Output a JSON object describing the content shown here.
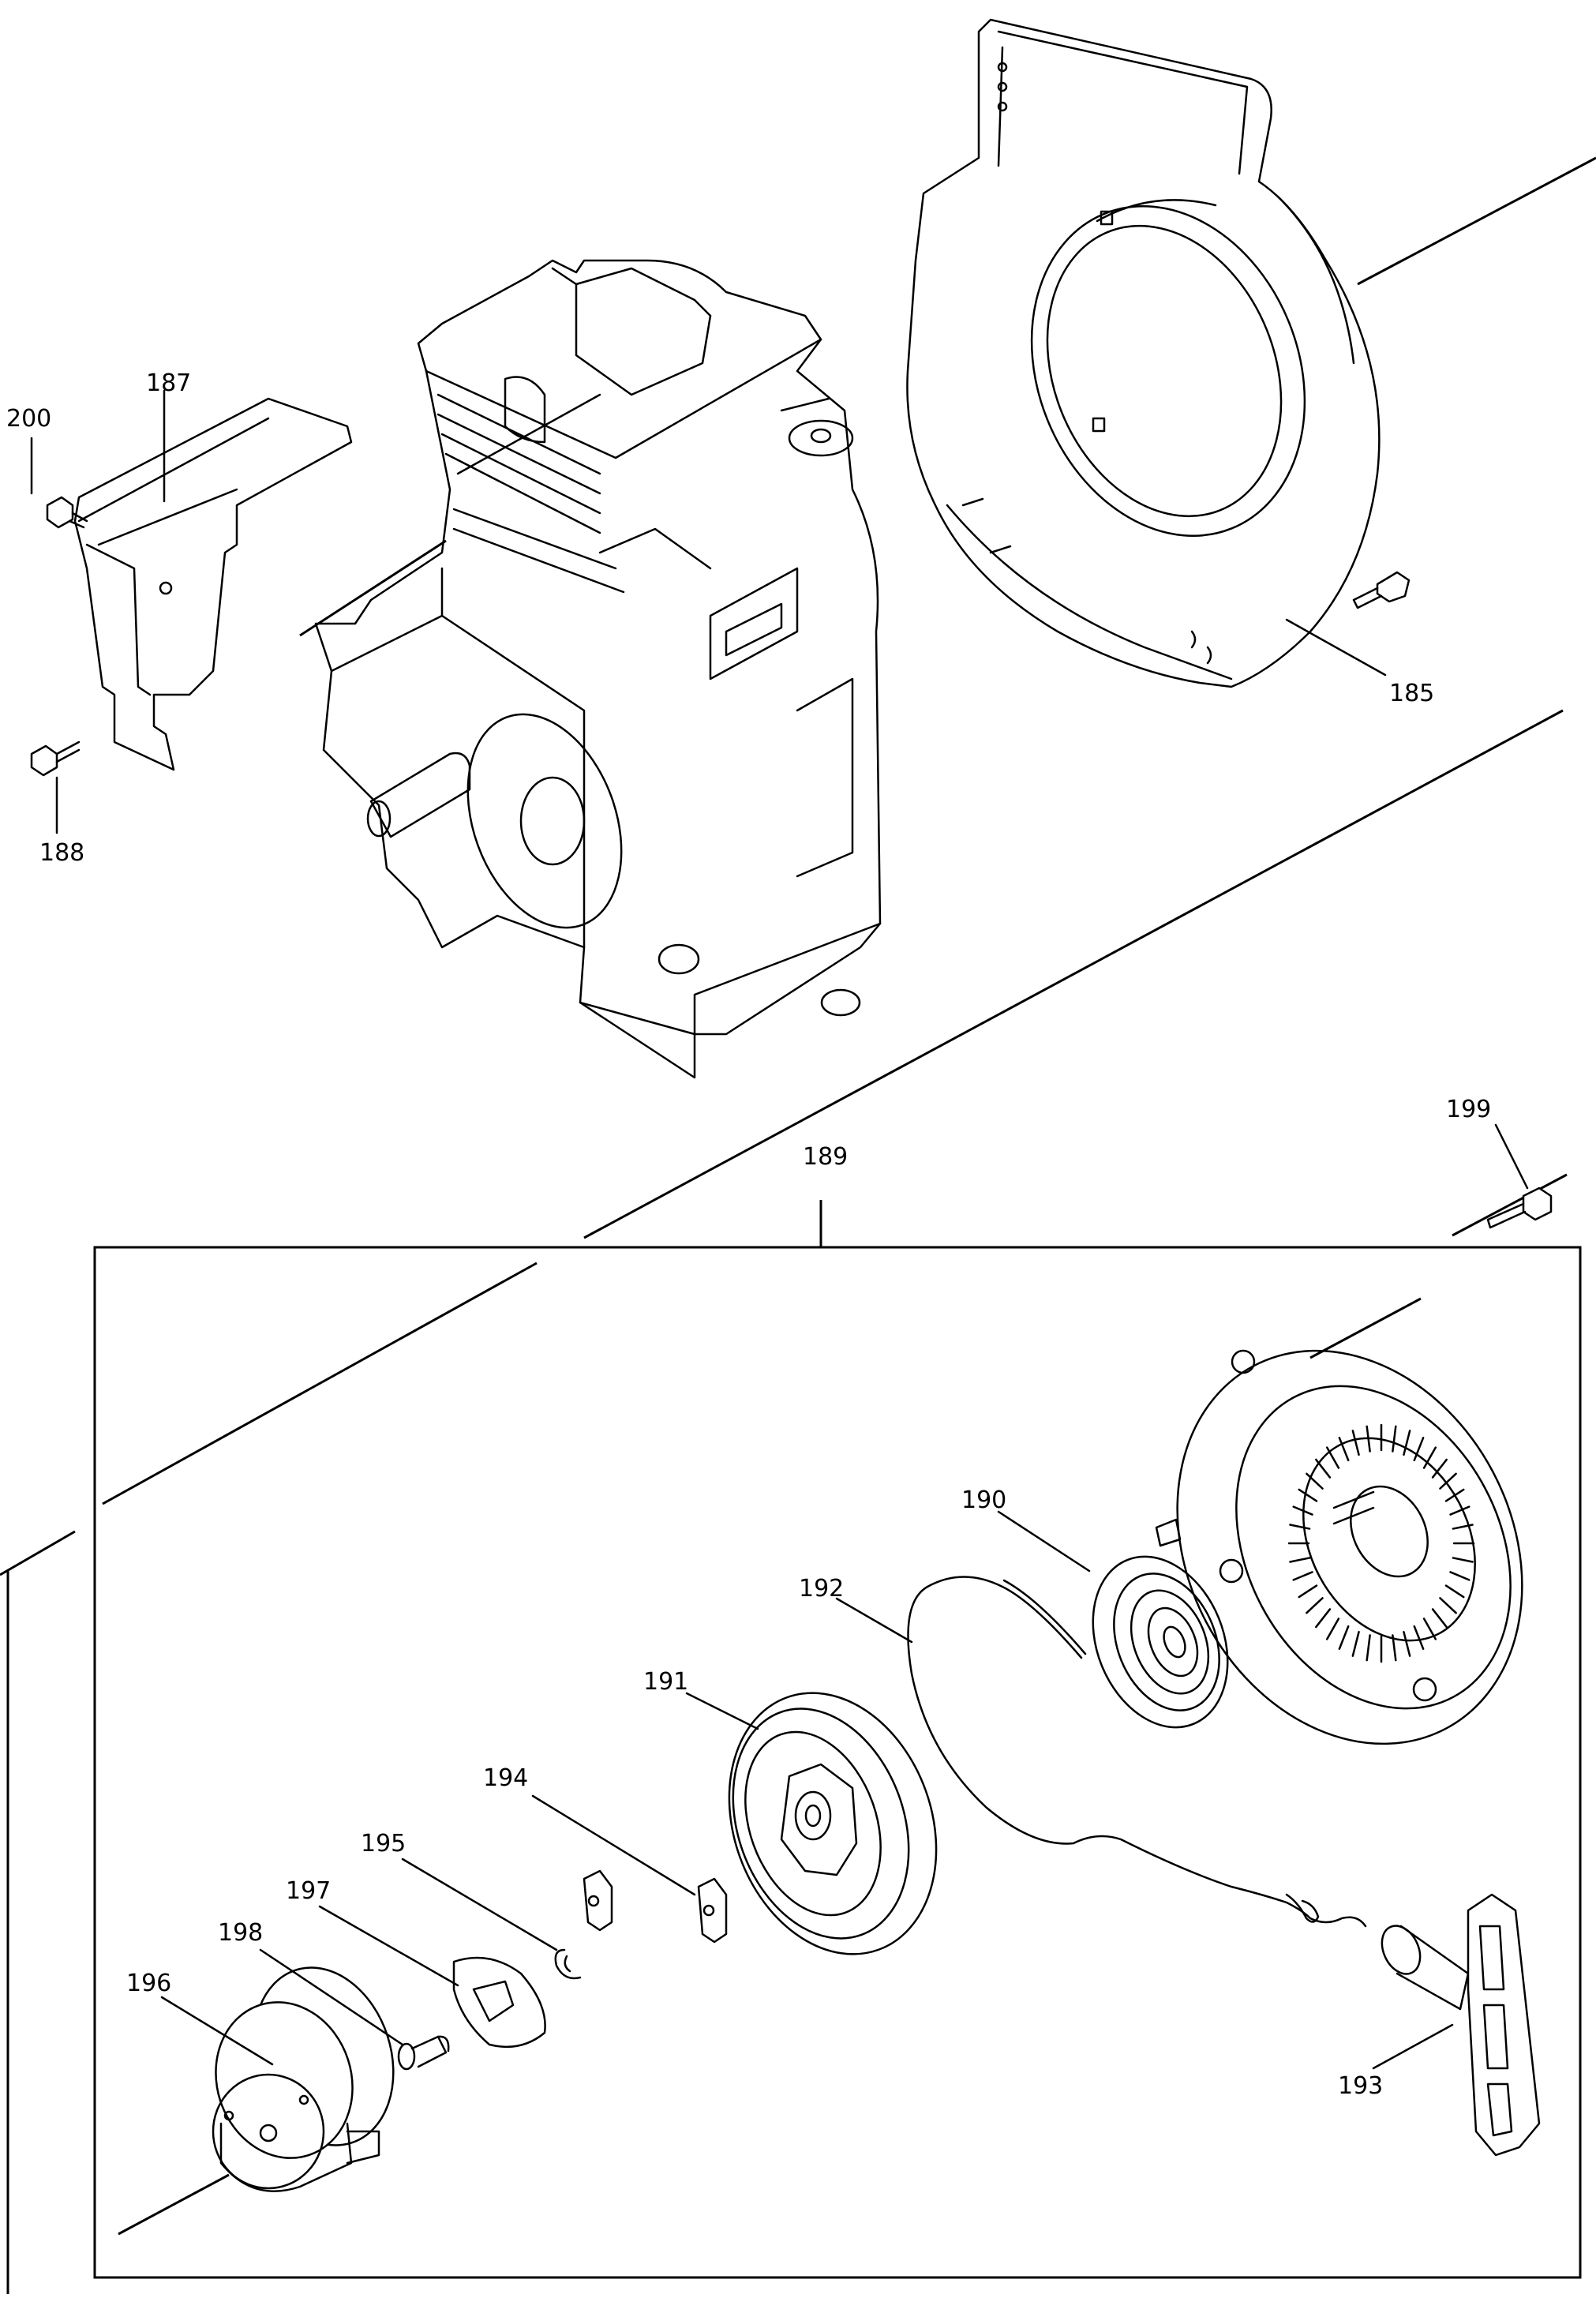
{
  "parts": [
    {
      "id": "p185",
      "number": "185"
    },
    {
      "id": "p187",
      "number": "187"
    },
    {
      "id": "p188",
      "number": "188"
    },
    {
      "id": "p189",
      "number": "189"
    },
    {
      "id": "p190",
      "number": "190"
    },
    {
      "id": "p191",
      "number": "191"
    },
    {
      "id": "p192",
      "number": "192"
    },
    {
      "id": "p193",
      "number": "193"
    },
    {
      "id": "p194",
      "number": "194"
    },
    {
      "id": "p195",
      "number": "195"
    },
    {
      "id": "p196",
      "number": "196"
    },
    {
      "id": "p197",
      "number": "197"
    },
    {
      "id": "p198",
      "number": "198"
    },
    {
      "id": "p199",
      "number": "199"
    },
    {
      "id": "p200",
      "number": "200"
    }
  ]
}
